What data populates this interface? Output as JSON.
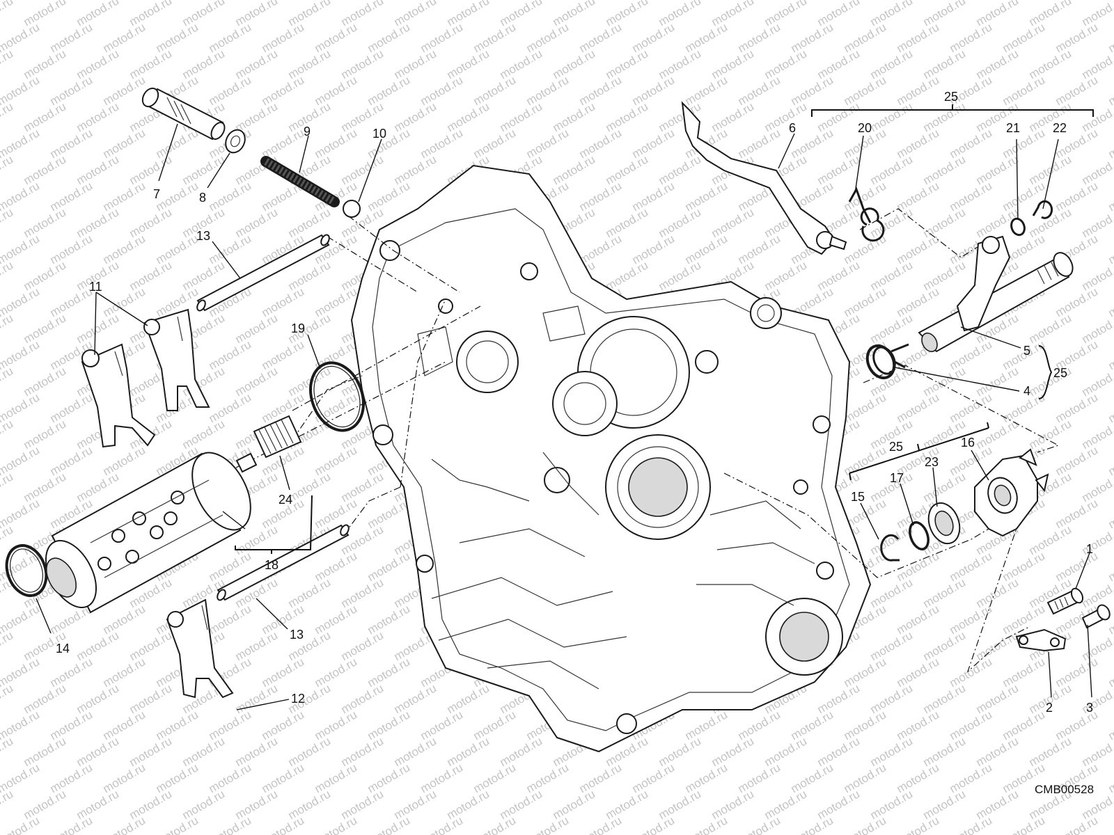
{
  "watermark": {
    "text": "motod.ru"
  },
  "drawing_code": "CMB00528",
  "callouts": [
    {
      "id": "c1",
      "text": "1"
    },
    {
      "id": "c2",
      "text": "2"
    },
    {
      "id": "c3",
      "text": "3"
    },
    {
      "id": "c4",
      "text": "4"
    },
    {
      "id": "c5",
      "text": "5"
    },
    {
      "id": "c6",
      "text": "6"
    },
    {
      "id": "c7",
      "text": "7"
    },
    {
      "id": "c8",
      "text": "8"
    },
    {
      "id": "c9",
      "text": "9"
    },
    {
      "id": "c10",
      "text": "10"
    },
    {
      "id": "c11",
      "text": "11"
    },
    {
      "id": "c12",
      "text": "12"
    },
    {
      "id": "c13a",
      "text": "13"
    },
    {
      "id": "c13b",
      "text": "13"
    },
    {
      "id": "c14",
      "text": "14"
    },
    {
      "id": "c15",
      "text": "15"
    },
    {
      "id": "c16",
      "text": "16"
    },
    {
      "id": "c17",
      "text": "17"
    },
    {
      "id": "c18",
      "text": "18"
    },
    {
      "id": "c19",
      "text": "19"
    },
    {
      "id": "c20",
      "text": "20"
    },
    {
      "id": "c21",
      "text": "21"
    },
    {
      "id": "c22",
      "text": "22"
    },
    {
      "id": "c23",
      "text": "23"
    },
    {
      "id": "c24",
      "text": "24"
    },
    {
      "id": "c25a",
      "text": "25"
    },
    {
      "id": "c25b",
      "text": "25"
    },
    {
      "id": "c25c",
      "text": "25"
    }
  ]
}
